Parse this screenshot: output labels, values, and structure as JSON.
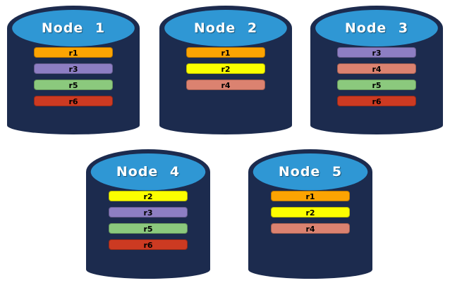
{
  "palette": {
    "background": "#FFFFFF",
    "cylinder_body": "#1C2B4E",
    "cylinder_top": "#2F97D4",
    "title_text": "#FFFFFF",
    "bar_text": "#000000",
    "replica_colors": {
      "r1": "#FCA402",
      "r2": "#FBFF00",
      "r3": "#8D7EC3",
      "r4": "#DB8270",
      "r5": "#8BC97D",
      "r6": "#CC3A22"
    }
  },
  "nodes": [
    {
      "title": "Node 1",
      "replicas": [
        {
          "label": "r1"
        },
        {
          "label": "r3"
        },
        {
          "label": "r5"
        },
        {
          "label": "r6"
        }
      ]
    },
    {
      "title": "Node 2",
      "replicas": [
        {
          "label": "r1"
        },
        {
          "label": "r2"
        },
        {
          "label": "r4"
        }
      ]
    },
    {
      "title": "Node 3",
      "replicas": [
        {
          "label": "r3"
        },
        {
          "label": "r4"
        },
        {
          "label": "r5"
        },
        {
          "label": "r6"
        }
      ]
    },
    {
      "title": "Node 4",
      "replicas": [
        {
          "label": "r2"
        },
        {
          "label": "r3"
        },
        {
          "label": "r5"
        },
        {
          "label": "r6"
        }
      ]
    },
    {
      "title": "Node 5",
      "replicas": [
        {
          "label": "r1"
        },
        {
          "label": "r2"
        },
        {
          "label": "r4"
        }
      ]
    }
  ]
}
